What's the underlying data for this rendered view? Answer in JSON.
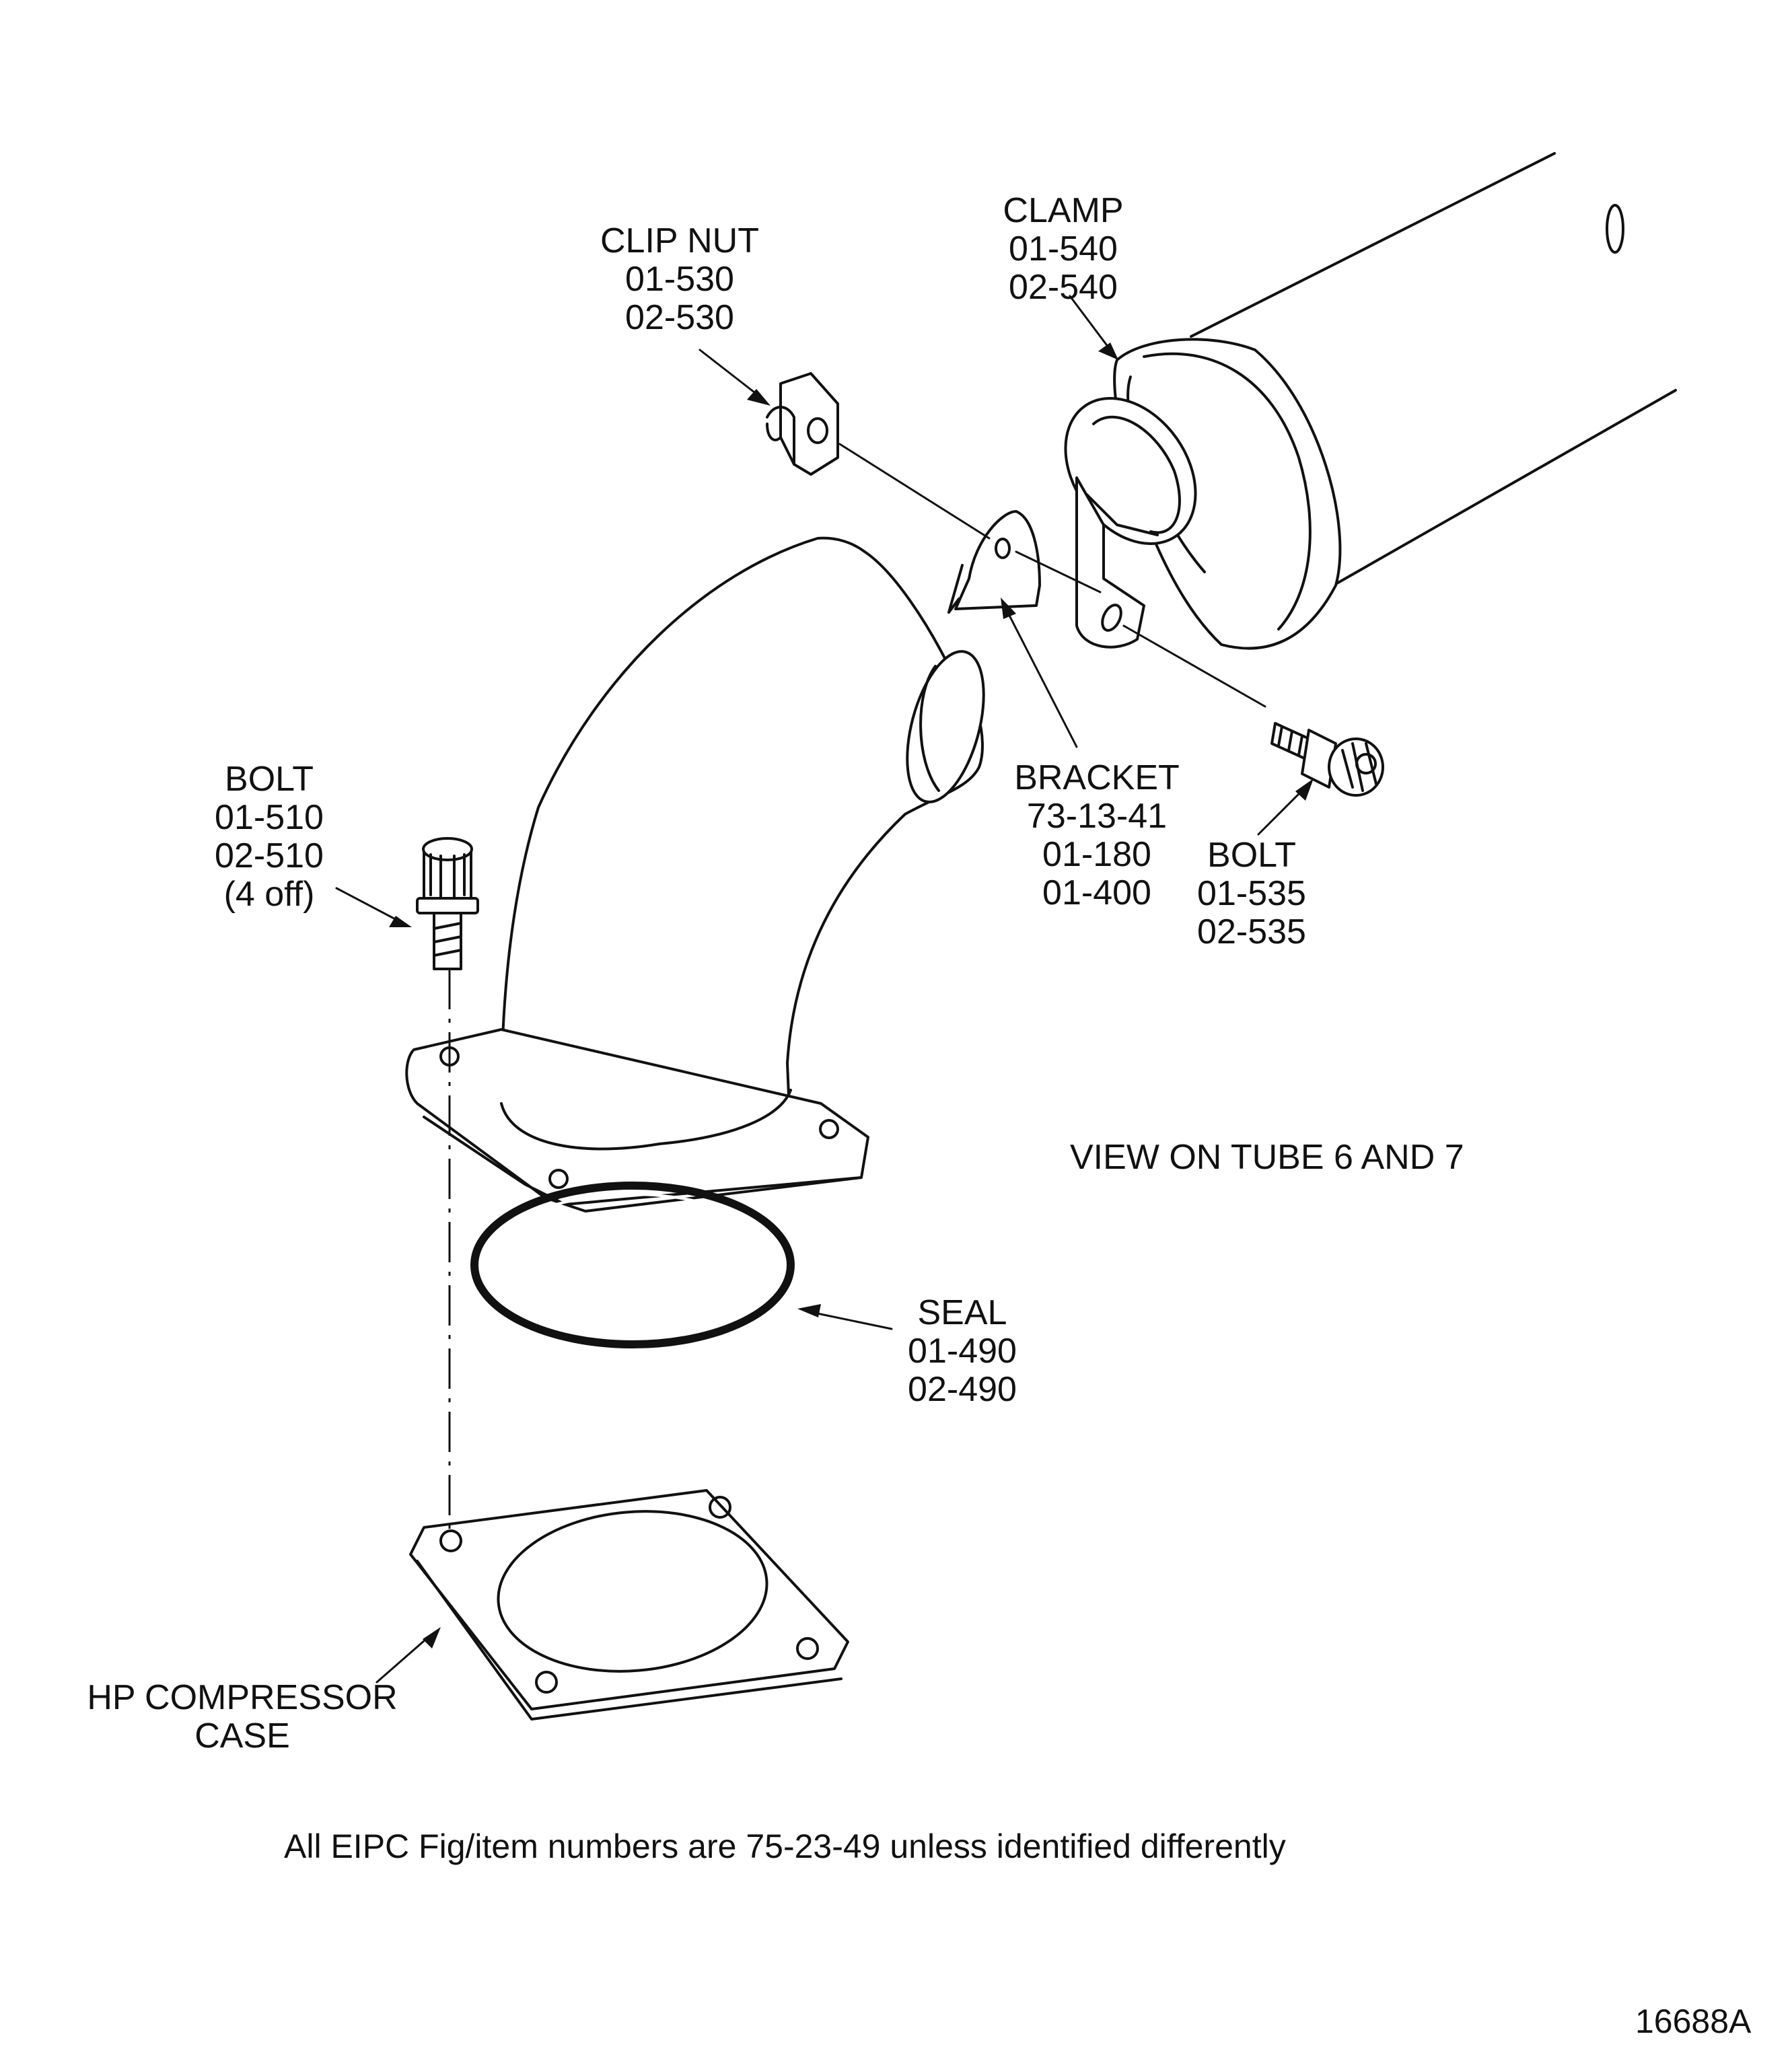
{
  "labels": {
    "clamp": {
      "name": "CLAMP",
      "refs": [
        "01-540",
        "02-540"
      ]
    },
    "clip_nut": {
      "name": "CLIP NUT",
      "refs": [
        "01-530",
        "02-530"
      ]
    },
    "bolt_top": {
      "name": "BOLT",
      "refs": [
        "01-510",
        "02-510"
      ],
      "qty": "(4 off)"
    },
    "bracket": {
      "name": "BRACKET",
      "refs": [
        "73-13-41",
        "01-180",
        "01-400"
      ]
    },
    "bolt_right": {
      "name": "BOLT",
      "refs": [
        "01-535",
        "02-535"
      ]
    },
    "seal": {
      "name": "SEAL",
      "refs": [
        "01-490",
        "02-490"
      ]
    },
    "hp_case": {
      "line1": "HP COMPRESSOR",
      "line2": "CASE"
    }
  },
  "view_title": "VIEW ON TUBE 6 AND 7",
  "footnote": "All EIPC Fig/item numbers are  75-23-49  unless identified differently",
  "figure_number": "16688A"
}
